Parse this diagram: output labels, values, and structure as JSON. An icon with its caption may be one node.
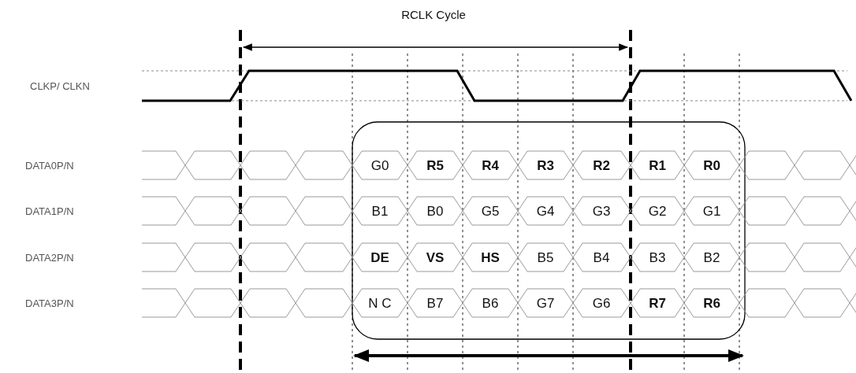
{
  "diagram": {
    "labels": [
      "RCLK Cycle",
      "CLKP/ CLKN",
      "DATA0P/N",
      "G0",
      "R5",
      "R4",
      "R3",
      "R2",
      "R1",
      "R0",
      "DATA1P/N",
      "B1",
      "B0",
      "G5",
      "G4",
      "G3",
      "G2",
      "G1",
      "DATA2P/N",
      "DE",
      "VS",
      "HS",
      "B5",
      "B4",
      "B3",
      "B2",
      "DATA3P/N",
      "N C",
      "B7",
      "B6",
      "G7",
      "G6",
      "R7",
      "R6"
    ]
  }
}
